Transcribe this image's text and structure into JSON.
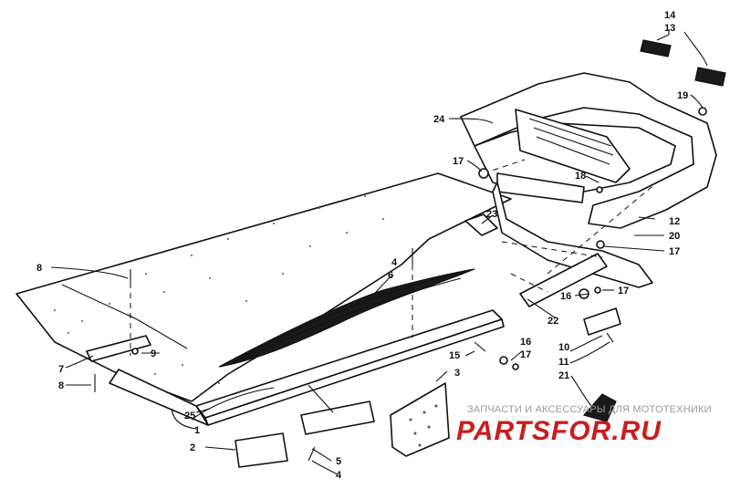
{
  "diagram": {
    "callouts": [
      {
        "id": "c14",
        "text": "14"
      },
      {
        "id": "c13",
        "text": "13"
      },
      {
        "id": "c19",
        "text": "19"
      },
      {
        "id": "c24",
        "text": "24"
      },
      {
        "id": "c17a",
        "text": "17"
      },
      {
        "id": "c18",
        "text": "18"
      },
      {
        "id": "c23",
        "text": "23"
      },
      {
        "id": "c12",
        "text": "12"
      },
      {
        "id": "c20",
        "text": "20"
      },
      {
        "id": "c17b",
        "text": "17"
      },
      {
        "id": "c4a",
        "text": "4"
      },
      {
        "id": "c8a",
        "text": "8"
      },
      {
        "id": "c6",
        "text": "6"
      },
      {
        "id": "c16a",
        "text": "16"
      },
      {
        "id": "c17c",
        "text": "17"
      },
      {
        "id": "c22",
        "text": "22"
      },
      {
        "id": "c9",
        "text": "9"
      },
      {
        "id": "c7",
        "text": "7"
      },
      {
        "id": "c8b",
        "text": "8"
      },
      {
        "id": "c15",
        "text": "15"
      },
      {
        "id": "c16b",
        "text": "16"
      },
      {
        "id": "c17d",
        "text": "17"
      },
      {
        "id": "c10",
        "text": "10"
      },
      {
        "id": "c11",
        "text": "11"
      },
      {
        "id": "c3",
        "text": "3"
      },
      {
        "id": "c21",
        "text": "21"
      },
      {
        "id": "c25",
        "text": "25"
      },
      {
        "id": "c1",
        "text": "1"
      },
      {
        "id": "c2",
        "text": "2"
      },
      {
        "id": "c5",
        "text": "5"
      },
      {
        "id": "c4b",
        "text": "4"
      }
    ]
  },
  "watermark": {
    "caption": "ЗАПЧАСТИ И АКСЕССУАРЫ ДЛЯ МОТОТЕХНИКИ",
    "logo": "PARTSFOR.RU",
    "color": "#c81e1e"
  }
}
